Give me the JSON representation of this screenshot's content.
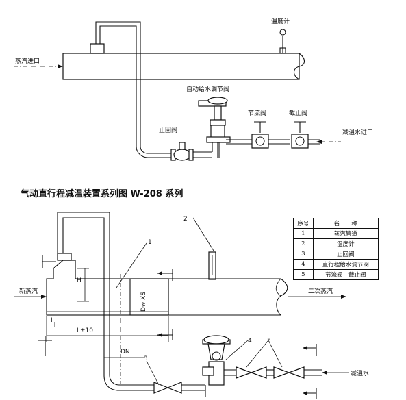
{
  "top": {
    "steam_inlet": "蒸汽进口",
    "thermometer": "温度计",
    "control_valve": "自动给水调节阀",
    "throttle_valve": "节流阀",
    "stop_valve": "截止阀",
    "check_valve": "止回阀",
    "water_inlet": "减温水进口"
  },
  "title": "气动直行程减温装置系列图 W-208 系列",
  "bottom": {
    "new_steam": "新蒸汽",
    "secondary_steam": "二次蒸汽",
    "desuper_water": "减温水",
    "dim_L": "L±10",
    "dim_H": "H",
    "dim_I": "I",
    "dim_DN": "DN",
    "dim_dw": "Dw XS",
    "callouts": [
      "1",
      "2",
      "3",
      "4",
      "5"
    ]
  },
  "legend": {
    "headers": [
      "序号",
      "名　　称"
    ],
    "rows": [
      [
        "1",
        "蒸汽管道"
      ],
      [
        "2",
        "温度计"
      ],
      [
        "3",
        "止回阀"
      ],
      [
        "4",
        "直行程给水调节阀"
      ],
      [
        "5",
        "节流阀　截止阀"
      ]
    ]
  }
}
